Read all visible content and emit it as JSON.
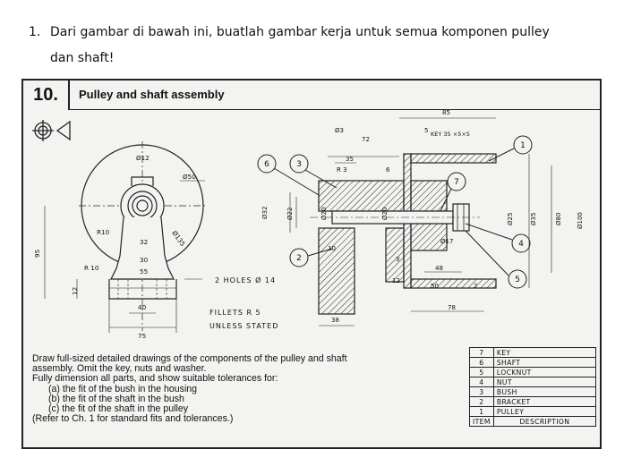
{
  "question": {
    "number": "1.",
    "line1": "Dari gambar di bawah ini, buatlah gambar kerja untuk semua komponen pulley",
    "line2": "dan shaft!"
  },
  "sheet": {
    "exercise_number": "10.",
    "title": "Pulley and shaft assembly"
  },
  "drawing": {
    "dims_left": [
      "Ø12",
      "Ø50",
      "R10",
      "32",
      "Ø135",
      "30",
      "95",
      "R 10",
      "55",
      "12",
      "40",
      "75"
    ],
    "dims_right": [
      "Ø3",
      "72",
      "85",
      "5",
      "KEY 35 ×5×5",
      "35",
      "R 3",
      "6",
      "Ø32",
      "Ø22",
      "Ø20",
      "Ø20",
      "Ø17",
      "Ø25",
      "Ø35",
      "Ø80",
      "Ø100",
      "10",
      "3",
      "12",
      "48",
      "50",
      "2",
      "78",
      "38"
    ],
    "balloons": [
      "6",
      "3",
      "1",
      "7",
      "2",
      "4",
      "5"
    ],
    "notes": {
      "holes": "2 HOLES Ø 14",
      "fillets_1": "FILLETS  R 5",
      "fillets_2": "UNLESS  STATED"
    }
  },
  "instructions": {
    "line1": "Draw full-sized detailed drawings of the components of the pulley and shaft",
    "line2": "assembly. Omit the key, nuts and washer.",
    "line3": "Fully dimension all parts, and show suitable tolerances for:",
    "a": "(a)  the fit of the bush in the housing",
    "b": "(b)  the fit of the shaft in the bush",
    "c": "(c)  the fit of the shaft in the pulley",
    "ref": "(Refer to Ch. 1 for standard fits and tolerances.)"
  },
  "parts_list": {
    "header": {
      "item": "ITEM",
      "description": "DESCRIPTION"
    },
    "rows": [
      {
        "item": "7",
        "description": "KEY"
      },
      {
        "item": "6",
        "description": "SHAFT"
      },
      {
        "item": "5",
        "description": "LOCKNUT"
      },
      {
        "item": "4",
        "description": "NUT"
      },
      {
        "item": "3",
        "description": "BUSH"
      },
      {
        "item": "2",
        "description": "BRACKET"
      },
      {
        "item": "1",
        "description": "PULLEY"
      }
    ]
  }
}
